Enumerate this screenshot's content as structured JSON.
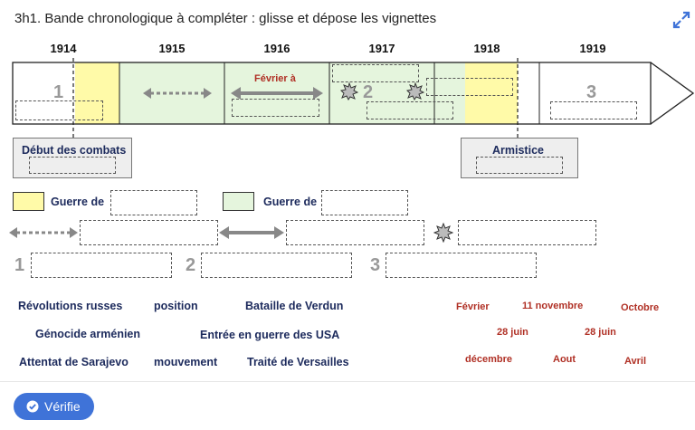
{
  "title": "3h1. Bande chronologique à compléter : glisse et dépose les vignettes",
  "years": [
    "1914",
    "1915",
    "1916",
    "1917",
    "1918",
    "1919"
  ],
  "timeline": {
    "fevrier_label": "Février à",
    "period_numbers": [
      "1",
      "2",
      "3"
    ]
  },
  "events": {
    "start_label": "Début des combats",
    "armistice_label": "Armistice"
  },
  "legend": {
    "war_of_1": "Guerre de",
    "war_of_2": "Guerre de",
    "numbers": [
      "1",
      "2",
      "3"
    ]
  },
  "tiles_blue": [
    "Révolutions russes",
    "position",
    "Bataille de Verdun",
    "Génocide arménien",
    "Entrée en guerre des USA",
    "Attentat de Sarajevo",
    "mouvement",
    "Traité de Versailles"
  ],
  "tiles_red": [
    "Février",
    "11 novembre",
    "Octobre",
    "28 juin",
    "28 juin",
    "décembre",
    "Aout",
    "Avril"
  ],
  "verify_button": "Vérifie",
  "colors": {
    "yellow_zone": "#fffaa8",
    "green_zone": "#e5f5dd",
    "button_blue": "#3f73d8",
    "tile_navy": "#1c2a5c",
    "tile_red": "#b03025"
  }
}
